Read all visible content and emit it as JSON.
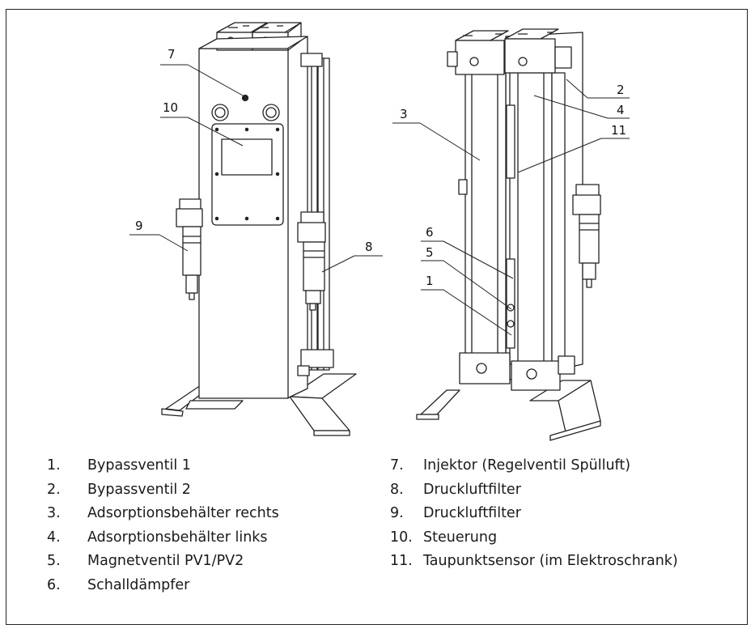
{
  "callouts": {
    "c1": "1",
    "c2": "2",
    "c3": "3",
    "c4": "4",
    "c5": "5",
    "c6": "6",
    "c7": "7",
    "c8": "8",
    "c9": "9",
    "c10": "10",
    "c11": "11"
  },
  "legend": {
    "left": [
      {
        "num": "1.",
        "text": "Bypassventil 1"
      },
      {
        "num": "2.",
        "text": "Bypassventil 2"
      },
      {
        "num": "3.",
        "text": "Adsorptionsbehälter rechts"
      },
      {
        "num": "4.",
        "text": "Adsorptionsbehälter links"
      },
      {
        "num": "5.",
        "text": "Magnetventil PV1/PV2"
      },
      {
        "num": "6.",
        "text": "Schalldämpfer"
      }
    ],
    "right": [
      {
        "num": "7.",
        "text": "Injektor (Regelventil Spülluft)"
      },
      {
        "num": "8.",
        "text": "Druckluftfilter"
      },
      {
        "num": "9.",
        "text": "Druckluftfilter"
      },
      {
        "num": "10.",
        "text": "Steuerung"
      },
      {
        "num": "11.",
        "text": "Taupunktsensor (im Elektroschrank)"
      }
    ]
  }
}
